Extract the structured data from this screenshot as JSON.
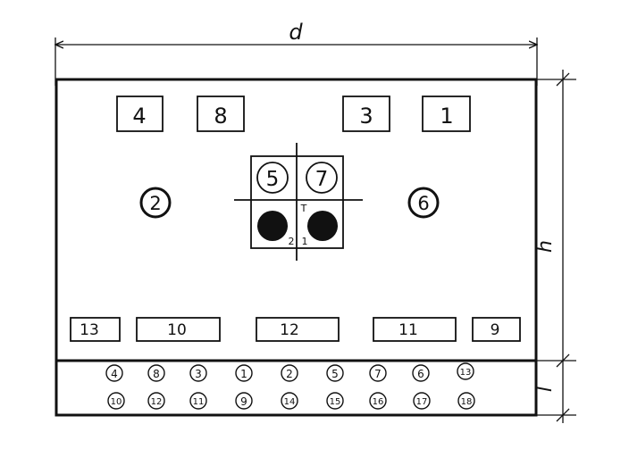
{
  "dimensions": {
    "d": "d",
    "h": "h",
    "l": "l"
  },
  "top_boxes": [
    {
      "label": "4"
    },
    {
      "label": "8"
    },
    {
      "label": "3"
    },
    {
      "label": "1"
    }
  ],
  "circles": [
    {
      "label": "2"
    },
    {
      "label": "6"
    }
  ],
  "grid_cells": [
    {
      "label": "5"
    },
    {
      "label": "7"
    }
  ],
  "grid_marks": {
    "top": "T",
    "left": "2",
    "right": "1"
  },
  "bottom_boxes": [
    {
      "label": "13"
    },
    {
      "label": "10"
    },
    {
      "label": "12"
    },
    {
      "label": "11"
    },
    {
      "label": "9"
    }
  ],
  "legend_row1": [
    "4",
    "8",
    "3",
    "1",
    "2",
    "5",
    "7",
    "6",
    "13"
  ],
  "legend_row2": [
    "10",
    "12",
    "11",
    "9",
    "14",
    "15",
    "16",
    "17",
    "18"
  ]
}
